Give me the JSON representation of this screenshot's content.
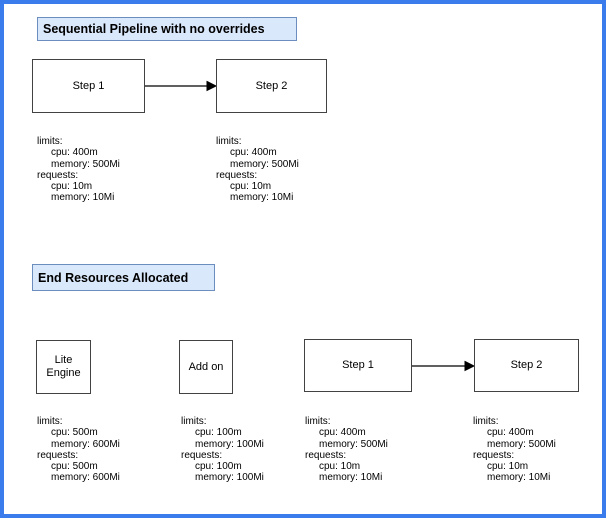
{
  "palette": {
    "frame-border": "#3b7cec",
    "title-fill": "#dae8fc",
    "title-border": "#6c8ebf",
    "node-border": "#424242",
    "arrow-color": "#000000"
  },
  "sections": [
    {
      "title": "Sequential Pipeline with no overrides",
      "nodes": [
        {
          "label": "Step 1"
        },
        {
          "label": "Step 2"
        }
      ],
      "connectors": [
        {
          "from": "Step 1",
          "to": "Step 2"
        }
      ],
      "resources": [
        {
          "lines": [
            "limits:",
            "cpu: 400m",
            "memory: 500Mi",
            "requests:",
            "cpu: 10m",
            "memory: 10Mi"
          ]
        },
        {
          "lines": [
            "limits:",
            "cpu: 400m",
            "memory: 500Mi",
            "requests:",
            "cpu: 10m",
            "memory: 10Mi"
          ]
        }
      ]
    },
    {
      "title": "End Resources Allocated",
      "nodes": [
        {
          "label": "Lite Engine"
        },
        {
          "label": "Add on"
        },
        {
          "label": "Step 1"
        },
        {
          "label": "Step 2"
        }
      ],
      "connectors": [
        {
          "from": "Step 1",
          "to": "Step 2"
        }
      ],
      "resources": [
        {
          "lines": [
            "limits:",
            "cpu: 500m",
            "memory: 600Mi",
            "requests:",
            "cpu: 500m",
            "memory: 600Mi"
          ]
        },
        {
          "lines": [
            "limits:",
            "cpu: 100m",
            "memory: 100Mi",
            "requests:",
            "cpu: 100m",
            "memory: 100Mi"
          ]
        },
        {
          "lines": [
            "limits:",
            "cpu: 400m",
            "memory: 500Mi",
            "requests:",
            "cpu: 10m",
            "memory: 10Mi"
          ]
        },
        {
          "lines": [
            "limits:",
            "cpu: 400m",
            "memory: 500Mi",
            "requests:",
            "cpu: 10m",
            "memory: 10Mi"
          ]
        }
      ]
    }
  ]
}
